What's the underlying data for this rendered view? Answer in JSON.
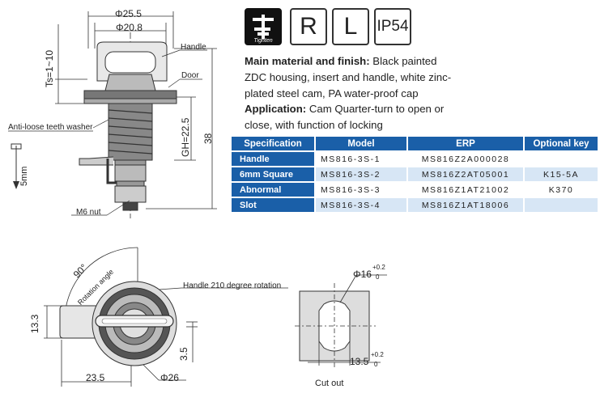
{
  "badges": {
    "logo_text": "Tighten",
    "r": "R",
    "l": "L",
    "ip": "IP54"
  },
  "description": {
    "material_label": "Main material and finish:",
    "material_text_1": " Black painted",
    "material_text_2": "ZDC housing, insert and handle, white zinc-",
    "material_text_3": "plated steel cam, PA water-proof cap",
    "application_label": "Application:",
    "application_text_1": " Cam Quarter-turn to open or",
    "application_text_2": "close, with function of locking"
  },
  "table": {
    "headers": [
      "Specification",
      "Model",
      "ERP",
      "Optional key"
    ],
    "rows": [
      {
        "spec": "Handle",
        "model": "MS816-3S-1",
        "erp": "MS816Z2A000028",
        "key": ""
      },
      {
        "spec": "6mm Square",
        "model": "MS816-3S-2",
        "erp": "MS816Z2AT05001",
        "key": "K15-5A"
      },
      {
        "spec": "Abnormal",
        "model": "MS816-3S-3",
        "erp": "MS816Z1AT21002",
        "key": "K370"
      },
      {
        "spec": "Slot",
        "model": "MS816-3S-4",
        "erp": "MS816Z1AT18006",
        "key": ""
      }
    ]
  },
  "drawing_top": {
    "d_outer": "Φ25.5",
    "d_inner": "Φ20.8",
    "handle": "Handle",
    "door": "Door",
    "ts": "Ts=1~10",
    "gh": "GH=22.5",
    "h38": "38",
    "washer": "Anti-loose teeth washer",
    "stroke": "5mm",
    "nut": "M6 nut"
  },
  "drawing_bottom": {
    "angle": "90°",
    "rotation": "Rotation angle",
    "handle_rotation": "Handle 210 degree rotation",
    "h133": "13.3",
    "w235": "23.5",
    "d26": "Φ26",
    "h35": "3.5"
  },
  "cutout": {
    "d16": "Φ16",
    "d16_tol_up": "+0.2",
    "d16_tol_low": "0",
    "w135": "13.5",
    "w135_tol_up": "+0.2",
    "w135_tol_low": "0",
    "caption": "Cut out"
  }
}
